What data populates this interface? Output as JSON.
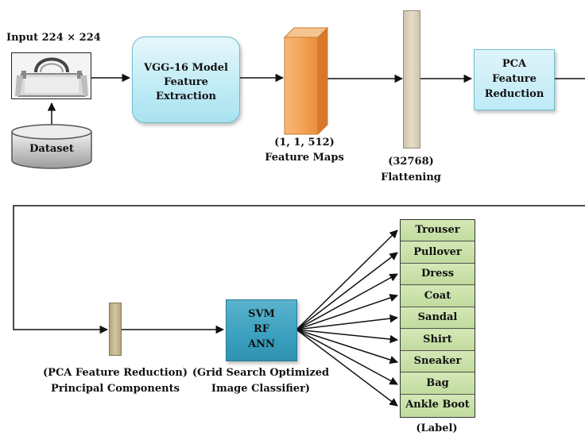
{
  "input_label": "Input 224 × 224",
  "dataset_label": "Dataset",
  "vgg_lines": [
    "VGG-16 Model",
    "Feature",
    "Extraction"
  ],
  "feature_maps_shape": "(1, 1, 512)",
  "feature_maps_label": "Feature Maps",
  "flatten_shape": "(32768)",
  "flatten_label": "Flattening",
  "pca_lines": [
    "PCA",
    "Feature",
    "Reduction"
  ],
  "pc_caption_1": "(PCA Feature Reduction)",
  "pc_caption_2": "Principal Components",
  "classifiers": [
    "SVM",
    "RF",
    "ANN"
  ],
  "clf_caption_1": "(Grid Search Optimized",
  "clf_caption_2": "Image Classifier)",
  "labels": [
    "Trouser",
    "Pullover",
    "Dress",
    "Coat",
    "Sandal",
    "Shirt",
    "Sneaker",
    "Bag",
    "Ankle Boot"
  ],
  "label_caption": "(Label)",
  "colors": {
    "vgg_fill": "#c2ecf6",
    "pca_fill": "#bfeaf5",
    "classifier_fill": "#3aa0bf",
    "feature_map_orange": "#f2a25a",
    "flatten_bar": "#e6ddc9",
    "pc_bar": "#c8bc92",
    "label_fill": "#c6dfa6"
  }
}
